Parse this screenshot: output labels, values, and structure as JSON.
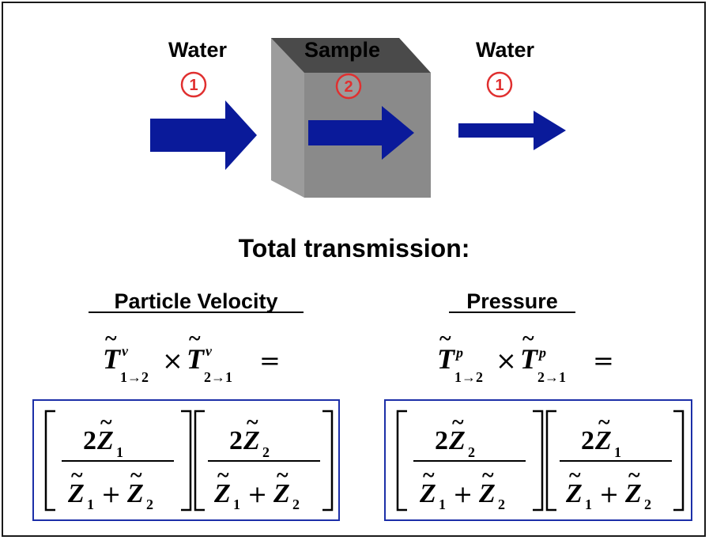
{
  "diagram": {
    "left_medium": {
      "label": "Water",
      "number": "1"
    },
    "sample": {
      "label": "Sample",
      "number": "2"
    },
    "right_medium": {
      "label": "Water",
      "number": "1"
    },
    "title": "Total transmission:"
  },
  "columns": {
    "velocity": {
      "heading": "Particle Velocity",
      "symbol": "T",
      "superscript": "v",
      "sub1": "1→2",
      "sub2": "2→1",
      "equals": "=",
      "times": "×",
      "frac1_num_coef": "2",
      "frac1_num_sub": "1",
      "frac2_num_coef": "2",
      "frac2_num_sub": "2"
    },
    "pressure": {
      "heading": "Pressure",
      "symbol": "T",
      "superscript": "p",
      "sub1": "1→2",
      "sub2": "2→1",
      "equals": "=",
      "times": "×",
      "frac1_num_coef": "2",
      "frac1_num_sub": "2",
      "frac2_num_coef": "2",
      "frac2_num_sub": "1"
    }
  },
  "common": {
    "impedance_symbol": "Z",
    "tilde": "~",
    "plus": "+",
    "den_sub_a": "1",
    "den_sub_b": "2"
  },
  "colors": {
    "arrow": "#0a1a9a",
    "circle": "#e03030",
    "box_border": "#1c2fa8",
    "block_front": "#8a8a8a",
    "block_side": "#9c9c9c",
    "block_top": "#4a4a4a"
  }
}
